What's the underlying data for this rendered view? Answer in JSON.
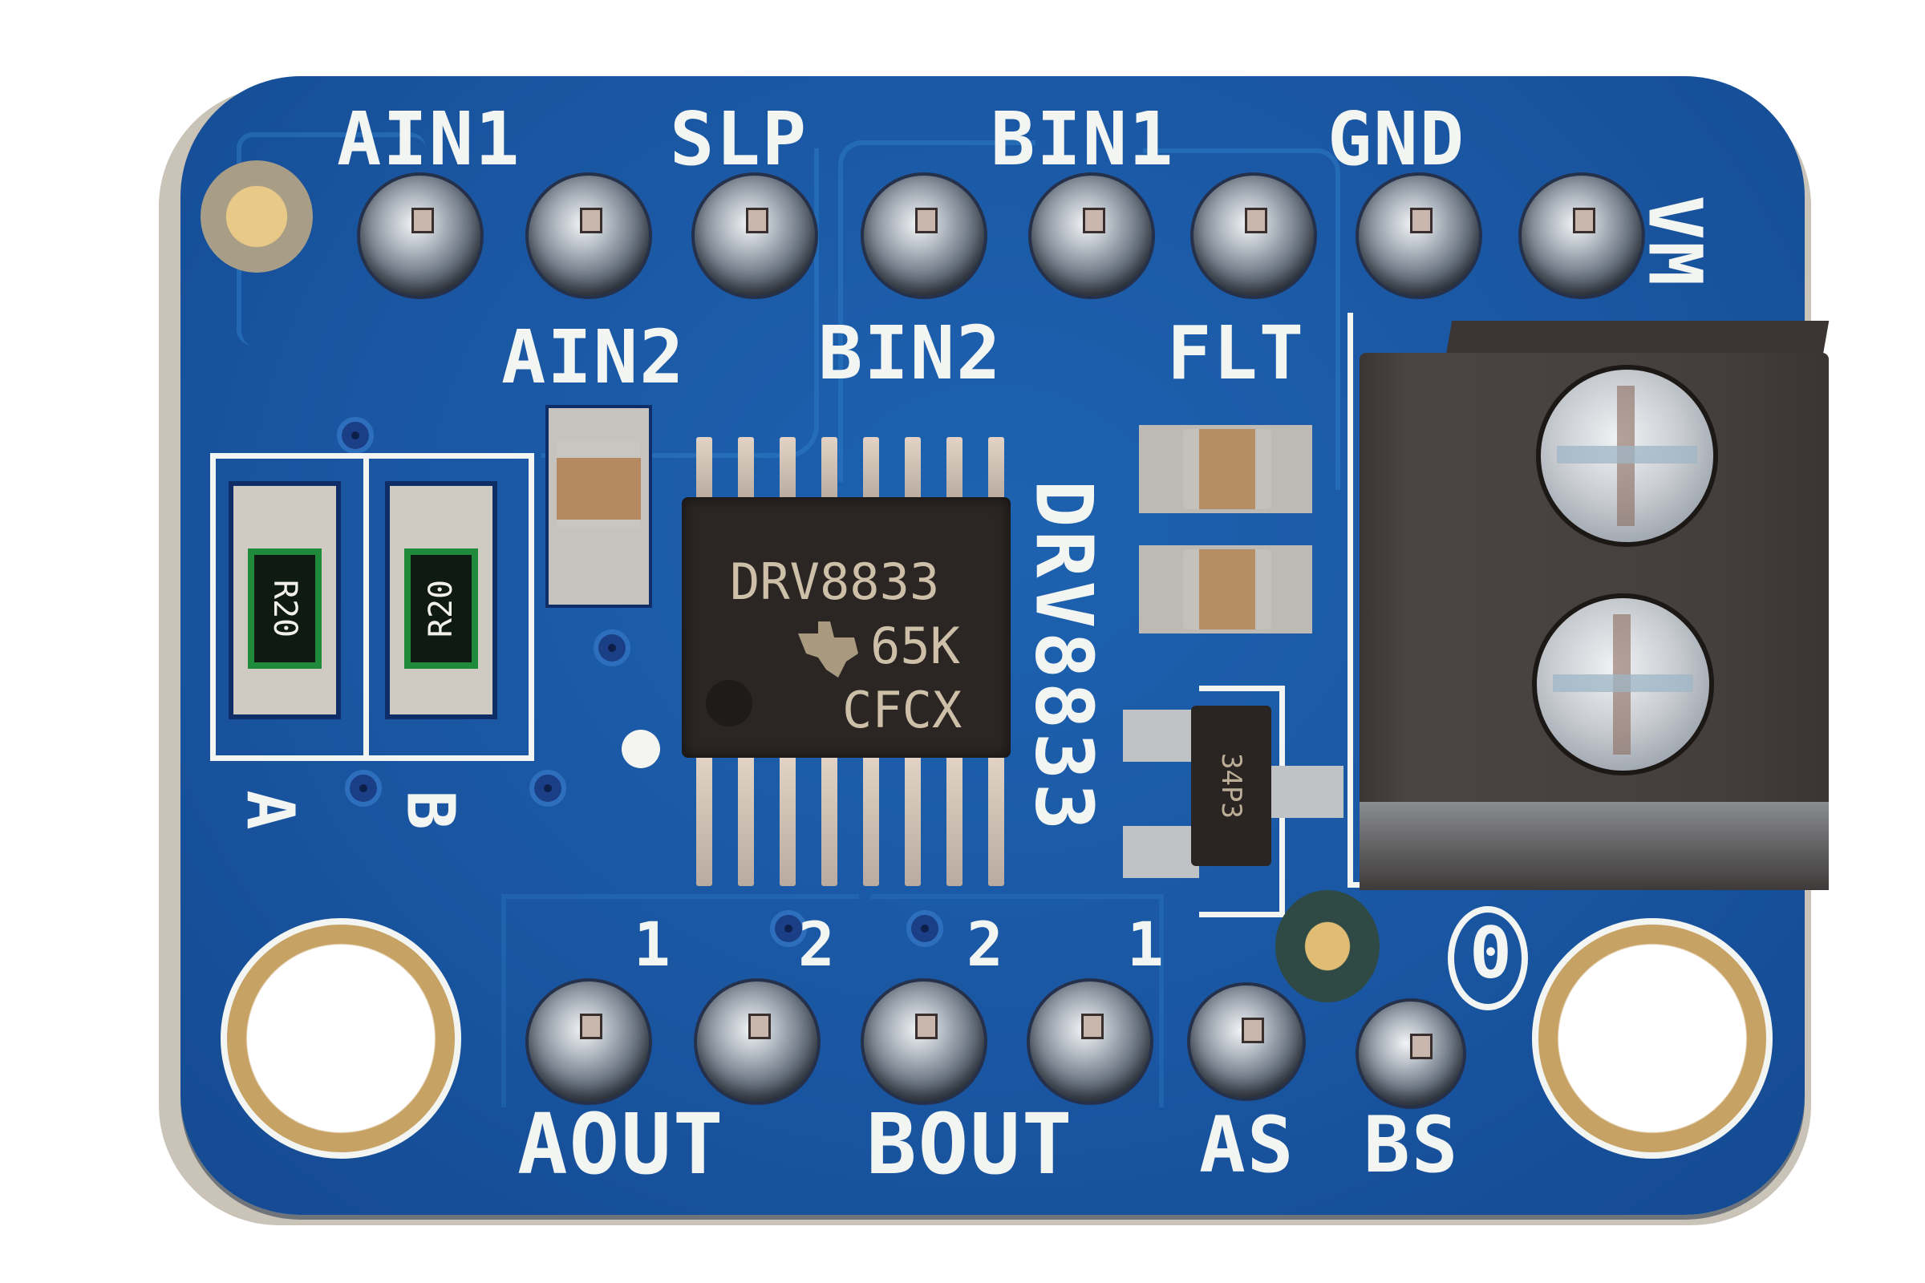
{
  "scene": {
    "subject": "Blue PCB breakout board for DRV8833 dual motor driver",
    "background_color": "#ffffff",
    "board_color": "#1a56a2",
    "silkscreen_color": "#f3f5f2"
  },
  "header_top": {
    "labels_upper": [
      "AIN1",
      "SLP",
      "BIN1",
      "GND"
    ],
    "labels_lower": [
      "AIN2",
      "BIN2",
      "FLT"
    ],
    "vm_label": "VM",
    "pin_count": 8
  },
  "chip": {
    "line1": "DRV8833",
    "line2": "65K",
    "line3": "CFCX",
    "logo": "ti-logo",
    "silkscreen_label": "DRV8833"
  },
  "resistors": [
    {
      "marking": "R20",
      "label": "A"
    },
    {
      "marking": "R20",
      "label": "B"
    }
  ],
  "transistor": {
    "marking": "34P3"
  },
  "header_bottom": {
    "numbers": [
      "1",
      "2",
      "2",
      "1"
    ],
    "labels": [
      "AOUT",
      "BOUT",
      "AS",
      "BS"
    ],
    "pin_count": 6
  },
  "terminal_block": {
    "screws": 2,
    "polarity_mark": "0"
  }
}
